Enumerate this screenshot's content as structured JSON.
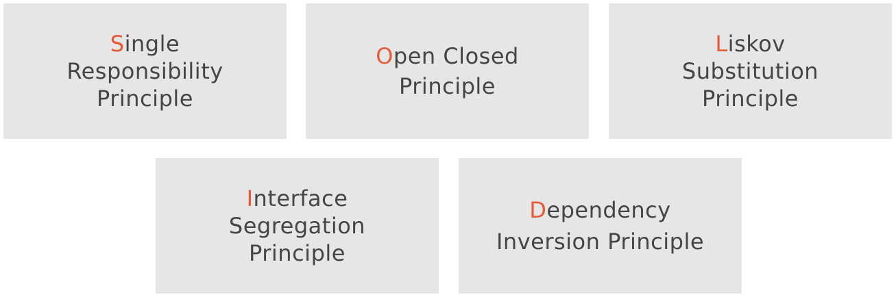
{
  "accent_color": "#e65a38",
  "text_color": "#454545",
  "card_color": "#e6e6e6",
  "principles": [
    {
      "initial": "S",
      "rest_first_line": "ingle",
      "lines": [
        "Responsibility",
        "Principle"
      ]
    },
    {
      "initial": "O",
      "rest_first_line": "pen Closed",
      "lines": [
        "Principle"
      ]
    },
    {
      "initial": "L",
      "rest_first_line": "iskov",
      "lines": [
        "Substitution",
        "Principle"
      ]
    },
    {
      "initial": "I",
      "rest_first_line": "nterface",
      "lines": [
        "Segregation",
        "Principle"
      ]
    },
    {
      "initial": "D",
      "rest_first_line": "ependency",
      "lines": [
        "Inversion Principle"
      ]
    }
  ]
}
